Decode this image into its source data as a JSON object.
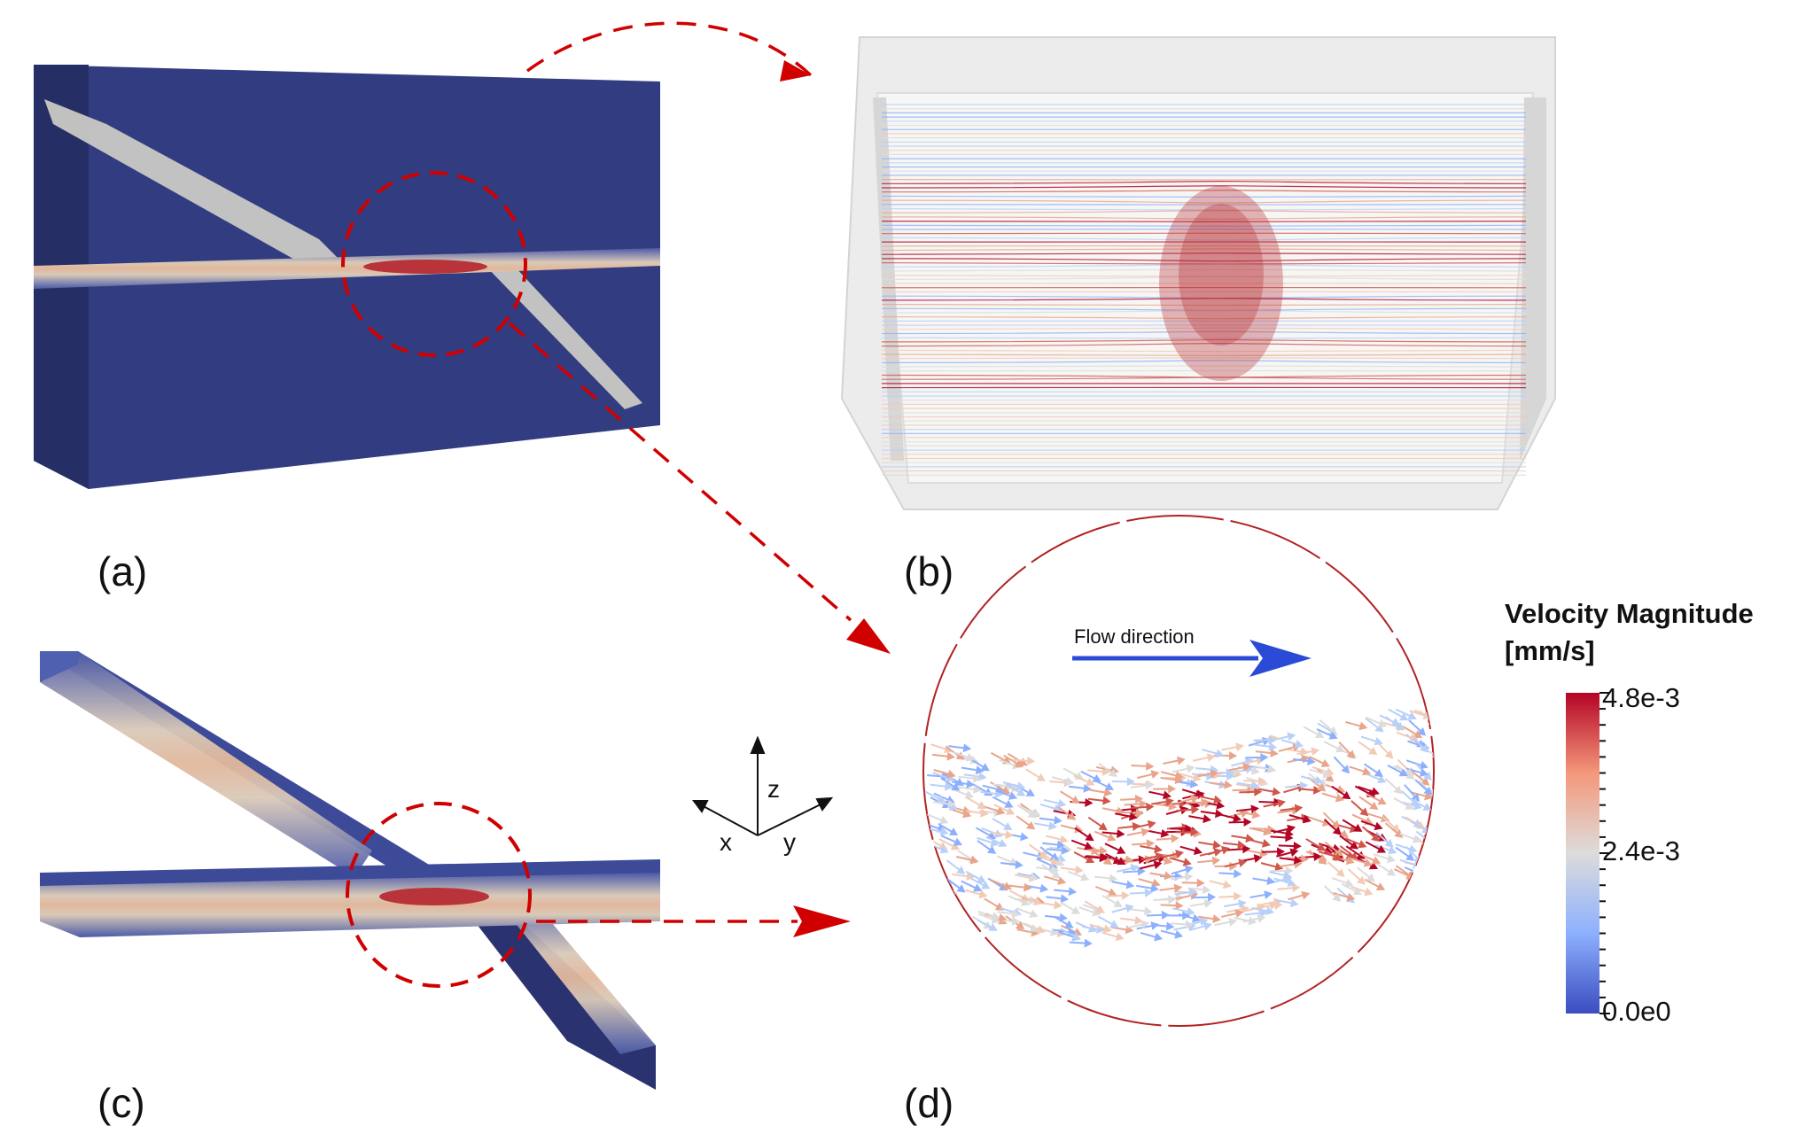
{
  "panels": {
    "a": "(a)",
    "b": "(b)",
    "c": "(c)",
    "d": "(d)"
  },
  "flow_label": "Flow direction",
  "axes": {
    "z": "z",
    "x": "x",
    "y": "y"
  },
  "colorbar": {
    "title_line1": "Velocity Magnitude",
    "title_line2": "[mm/s]",
    "max_label": "4.8e-3",
    "mid_label": "2.4e-3",
    "min_label": "0.0e0",
    "color_low": "#3b4cc0",
    "color_mid": "#dddcdc",
    "color_high": "#b40426"
  },
  "colors": {
    "domain_blue": "#313a7d",
    "annotation_red": "#d00000",
    "flow_arrow": "#2b4bd6"
  }
}
